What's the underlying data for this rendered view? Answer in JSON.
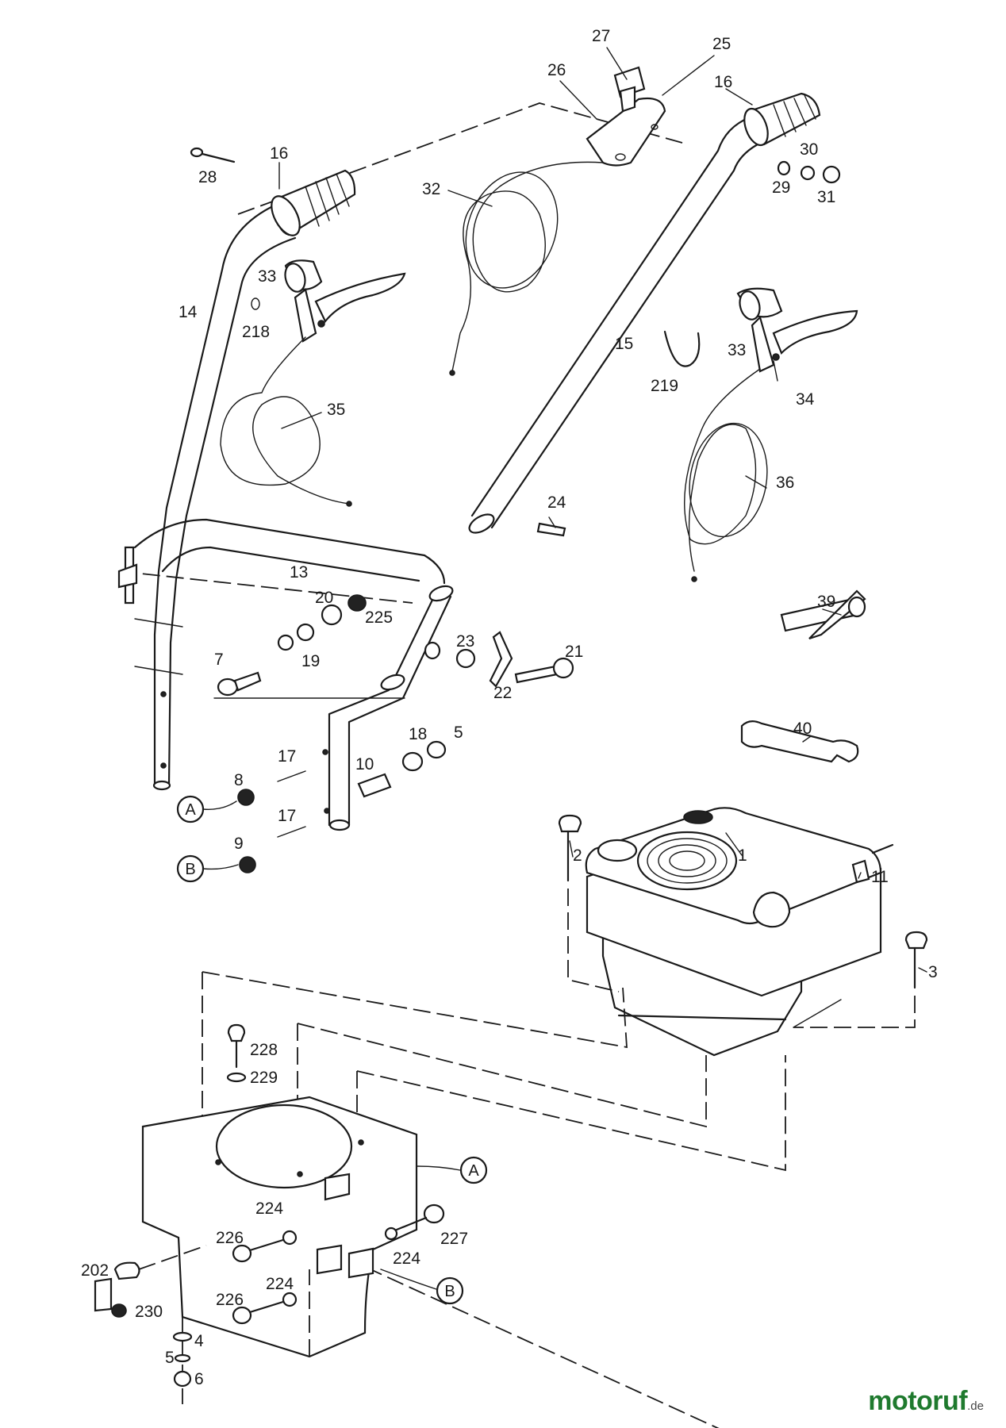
{
  "callouts": [
    "27",
    "25",
    "26",
    "16",
    "16",
    "28",
    "30",
    "29",
    "31",
    "32",
    "14",
    "33",
    "218",
    "15",
    "219",
    "33",
    "34",
    "35",
    "36",
    "24",
    "13",
    "39",
    "20",
    "225",
    "7",
    "19",
    "23",
    "21",
    "22",
    "40",
    "18",
    "5",
    "17",
    "8",
    "10",
    "17",
    "9",
    "2",
    "1",
    "11",
    "3",
    "228",
    "229",
    "224",
    "227",
    "226",
    "224",
    "224",
    "202",
    "230",
    "226",
    "4",
    "5",
    "6"
  ],
  "refs": {
    "a": "A",
    "b": "B"
  },
  "brand": {
    "name": "motoruf",
    "suffix": ".de",
    "name_color": "#1f7a2e",
    "accent_color": "#e07a10"
  }
}
